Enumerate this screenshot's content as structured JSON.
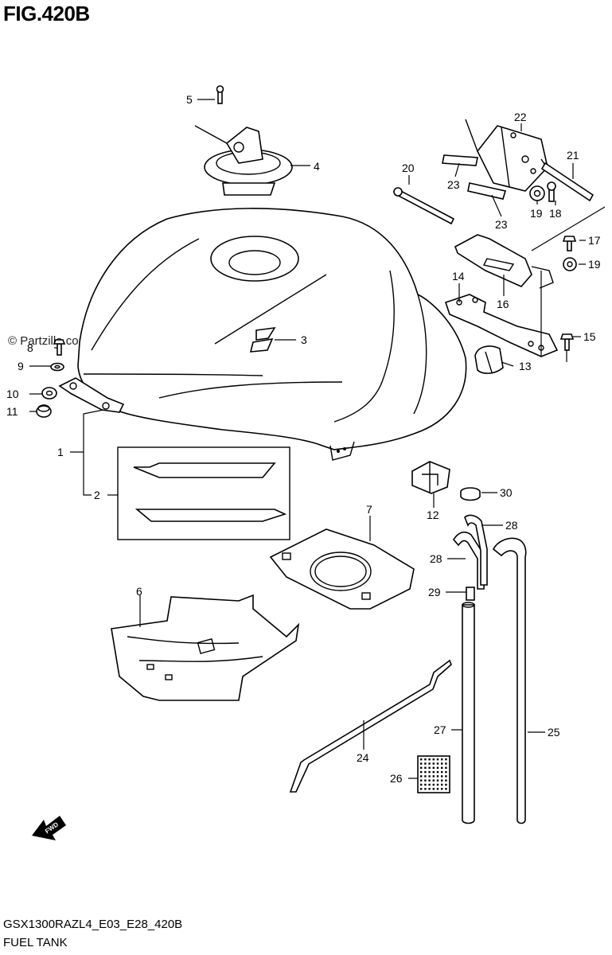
{
  "figure": {
    "title": "FIG.420B",
    "watermark": "© Partzilla.com",
    "model_code": "GSX1300RAZL4_E03_E28_420B",
    "description": "FUEL TANK",
    "fwd_label": "FWD"
  },
  "callouts": [
    {
      "id": "c1",
      "text": "1"
    },
    {
      "id": "c2",
      "text": "2"
    },
    {
      "id": "c3",
      "text": "3"
    },
    {
      "id": "c4",
      "text": "4"
    },
    {
      "id": "c5",
      "text": "5"
    },
    {
      "id": "c6",
      "text": "6"
    },
    {
      "id": "c7",
      "text": "7"
    },
    {
      "id": "c8",
      "text": "8"
    },
    {
      "id": "c9",
      "text": "9"
    },
    {
      "id": "c10",
      "text": "10"
    },
    {
      "id": "c11",
      "text": "11"
    },
    {
      "id": "c12",
      "text": "12"
    },
    {
      "id": "c13",
      "text": "13"
    },
    {
      "id": "c14",
      "text": "14"
    },
    {
      "id": "c15",
      "text": "15"
    },
    {
      "id": "c16",
      "text": "16"
    },
    {
      "id": "c17",
      "text": "17"
    },
    {
      "id": "c18",
      "text": "18"
    },
    {
      "id": "c19a",
      "text": "19"
    },
    {
      "id": "c19b",
      "text": "19"
    },
    {
      "id": "c20",
      "text": "20"
    },
    {
      "id": "c21",
      "text": "21"
    },
    {
      "id": "c22",
      "text": "22"
    },
    {
      "id": "c23a",
      "text": "23"
    },
    {
      "id": "c23b",
      "text": "23"
    },
    {
      "id": "c24",
      "text": "24"
    },
    {
      "id": "c25",
      "text": "25"
    },
    {
      "id": "c26",
      "text": "26"
    },
    {
      "id": "c27",
      "text": "27"
    },
    {
      "id": "c28a",
      "text": "28"
    },
    {
      "id": "c28b",
      "text": "28"
    },
    {
      "id": "c29",
      "text": "29"
    },
    {
      "id": "c30",
      "text": "30"
    }
  ]
}
